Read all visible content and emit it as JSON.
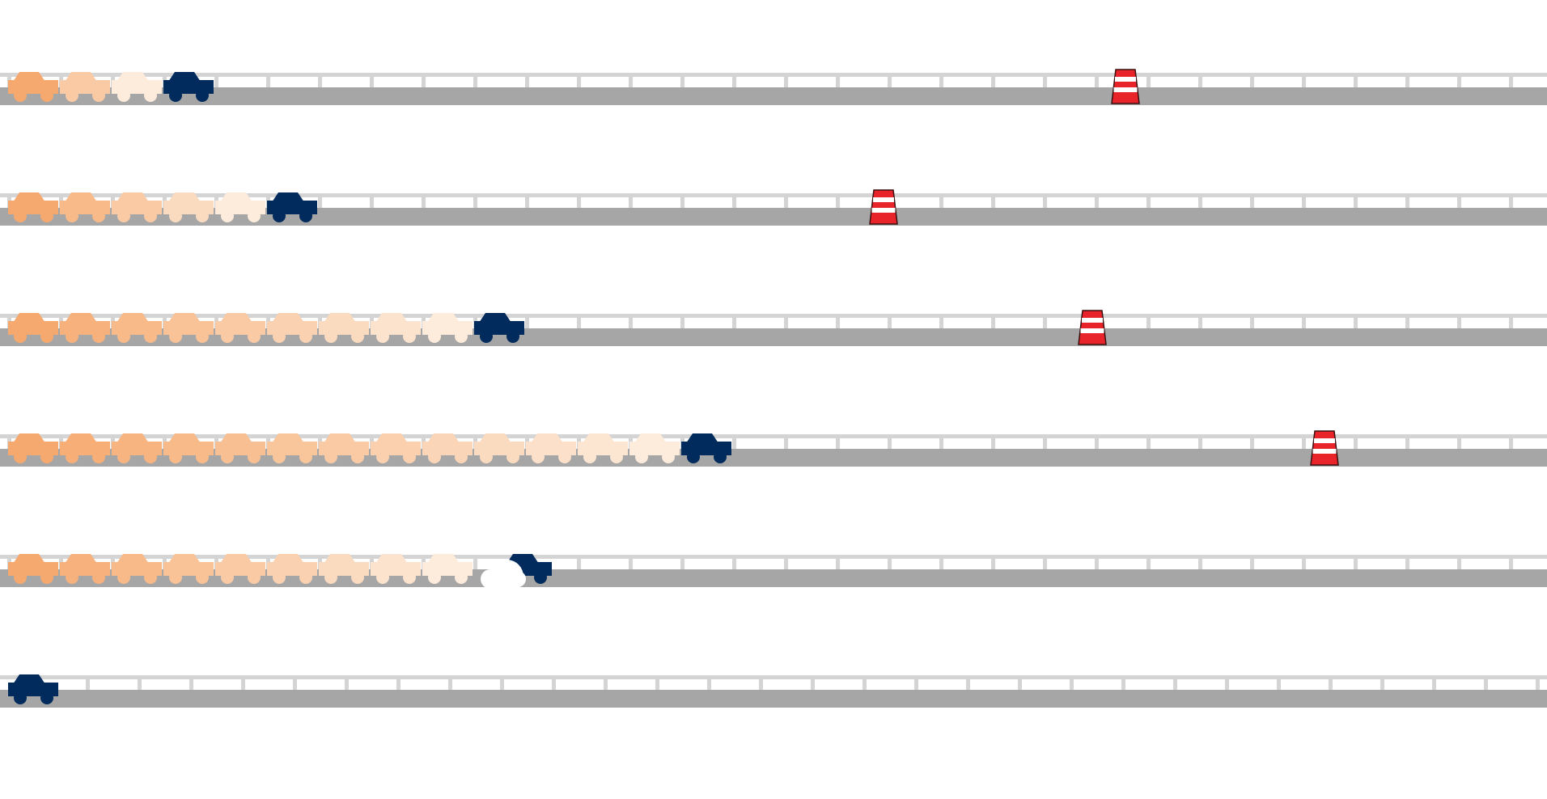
{
  "colors": {
    "background": "#ffffff",
    "road": "#a6a6a6",
    "rail": "#d4d4d4",
    "player_car": "#002b5c",
    "trail_start": "#f6a96e",
    "trail_end": "#fdebdb",
    "cone_red": "#e8232a",
    "cone_white": "#ffffff",
    "cone_outline": "#3a1010"
  },
  "icons": {
    "player": "car-icon",
    "trail": "car-ghost-icon",
    "obstacle": "traffic-cone-icon"
  },
  "lanes": [
    {
      "id": 1,
      "trail_count": 3,
      "has_cone": true,
      "crashed": false
    },
    {
      "id": 2,
      "trail_count": 5,
      "has_cone": true,
      "crashed": false
    },
    {
      "id": 3,
      "trail_count": 9,
      "has_cone": true,
      "crashed": false
    },
    {
      "id": 4,
      "trail_count": 13,
      "has_cone": true,
      "crashed": false
    },
    {
      "id": 5,
      "trail_count": 9,
      "has_cone": false,
      "crashed": true
    },
    {
      "id": 6,
      "trail_count": 0,
      "has_cone": false,
      "crashed": false
    }
  ]
}
